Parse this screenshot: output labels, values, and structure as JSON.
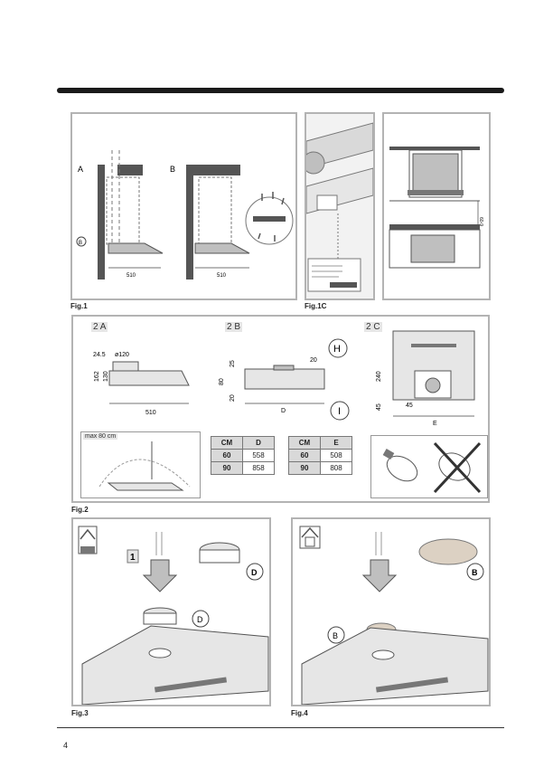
{
  "figures": {
    "fig1": {
      "label": "Fig.1",
      "panel_a": "A",
      "panel_b": "B",
      "callout": "B",
      "dim_a": "510",
      "dim_b": "510"
    },
    "fig1c": {
      "label": "Fig.1C"
    },
    "fig1r": {
      "dim": "60-9"
    },
    "fig2": {
      "label": "Fig.2",
      "sub_a": "2 A",
      "sub_b": "2 B",
      "sub_c": "2 C",
      "a_dims": {
        "d1": "24.5",
        "d2": "ø120",
        "d3": "162",
        "d4": "130",
        "d5": "510"
      },
      "b_dims": {
        "d1": "25",
        "d2": "20",
        "d3": "80",
        "d4": "20",
        "d5": "D",
        "h": "H",
        "i": "I"
      },
      "c_dims": {
        "d1": "240",
        "d2": "45",
        "d3": "45",
        "d4": "E"
      },
      "max_label": "max 80 cm",
      "table_d": {
        "headers": [
          "CM",
          "D"
        ],
        "rows": [
          [
            "60",
            "558"
          ],
          [
            "90",
            "858"
          ]
        ]
      },
      "table_e": {
        "headers": [
          "CM",
          "E"
        ],
        "rows": [
          [
            "60",
            "508"
          ],
          [
            "90",
            "808"
          ]
        ]
      }
    },
    "fig3": {
      "label": "Fig.3",
      "step": "1",
      "callout_top": "D",
      "callout_mid": "D"
    },
    "fig4": {
      "label": "Fig.4",
      "callout_top": "B",
      "callout_mid": "B"
    }
  },
  "page_number": "4"
}
